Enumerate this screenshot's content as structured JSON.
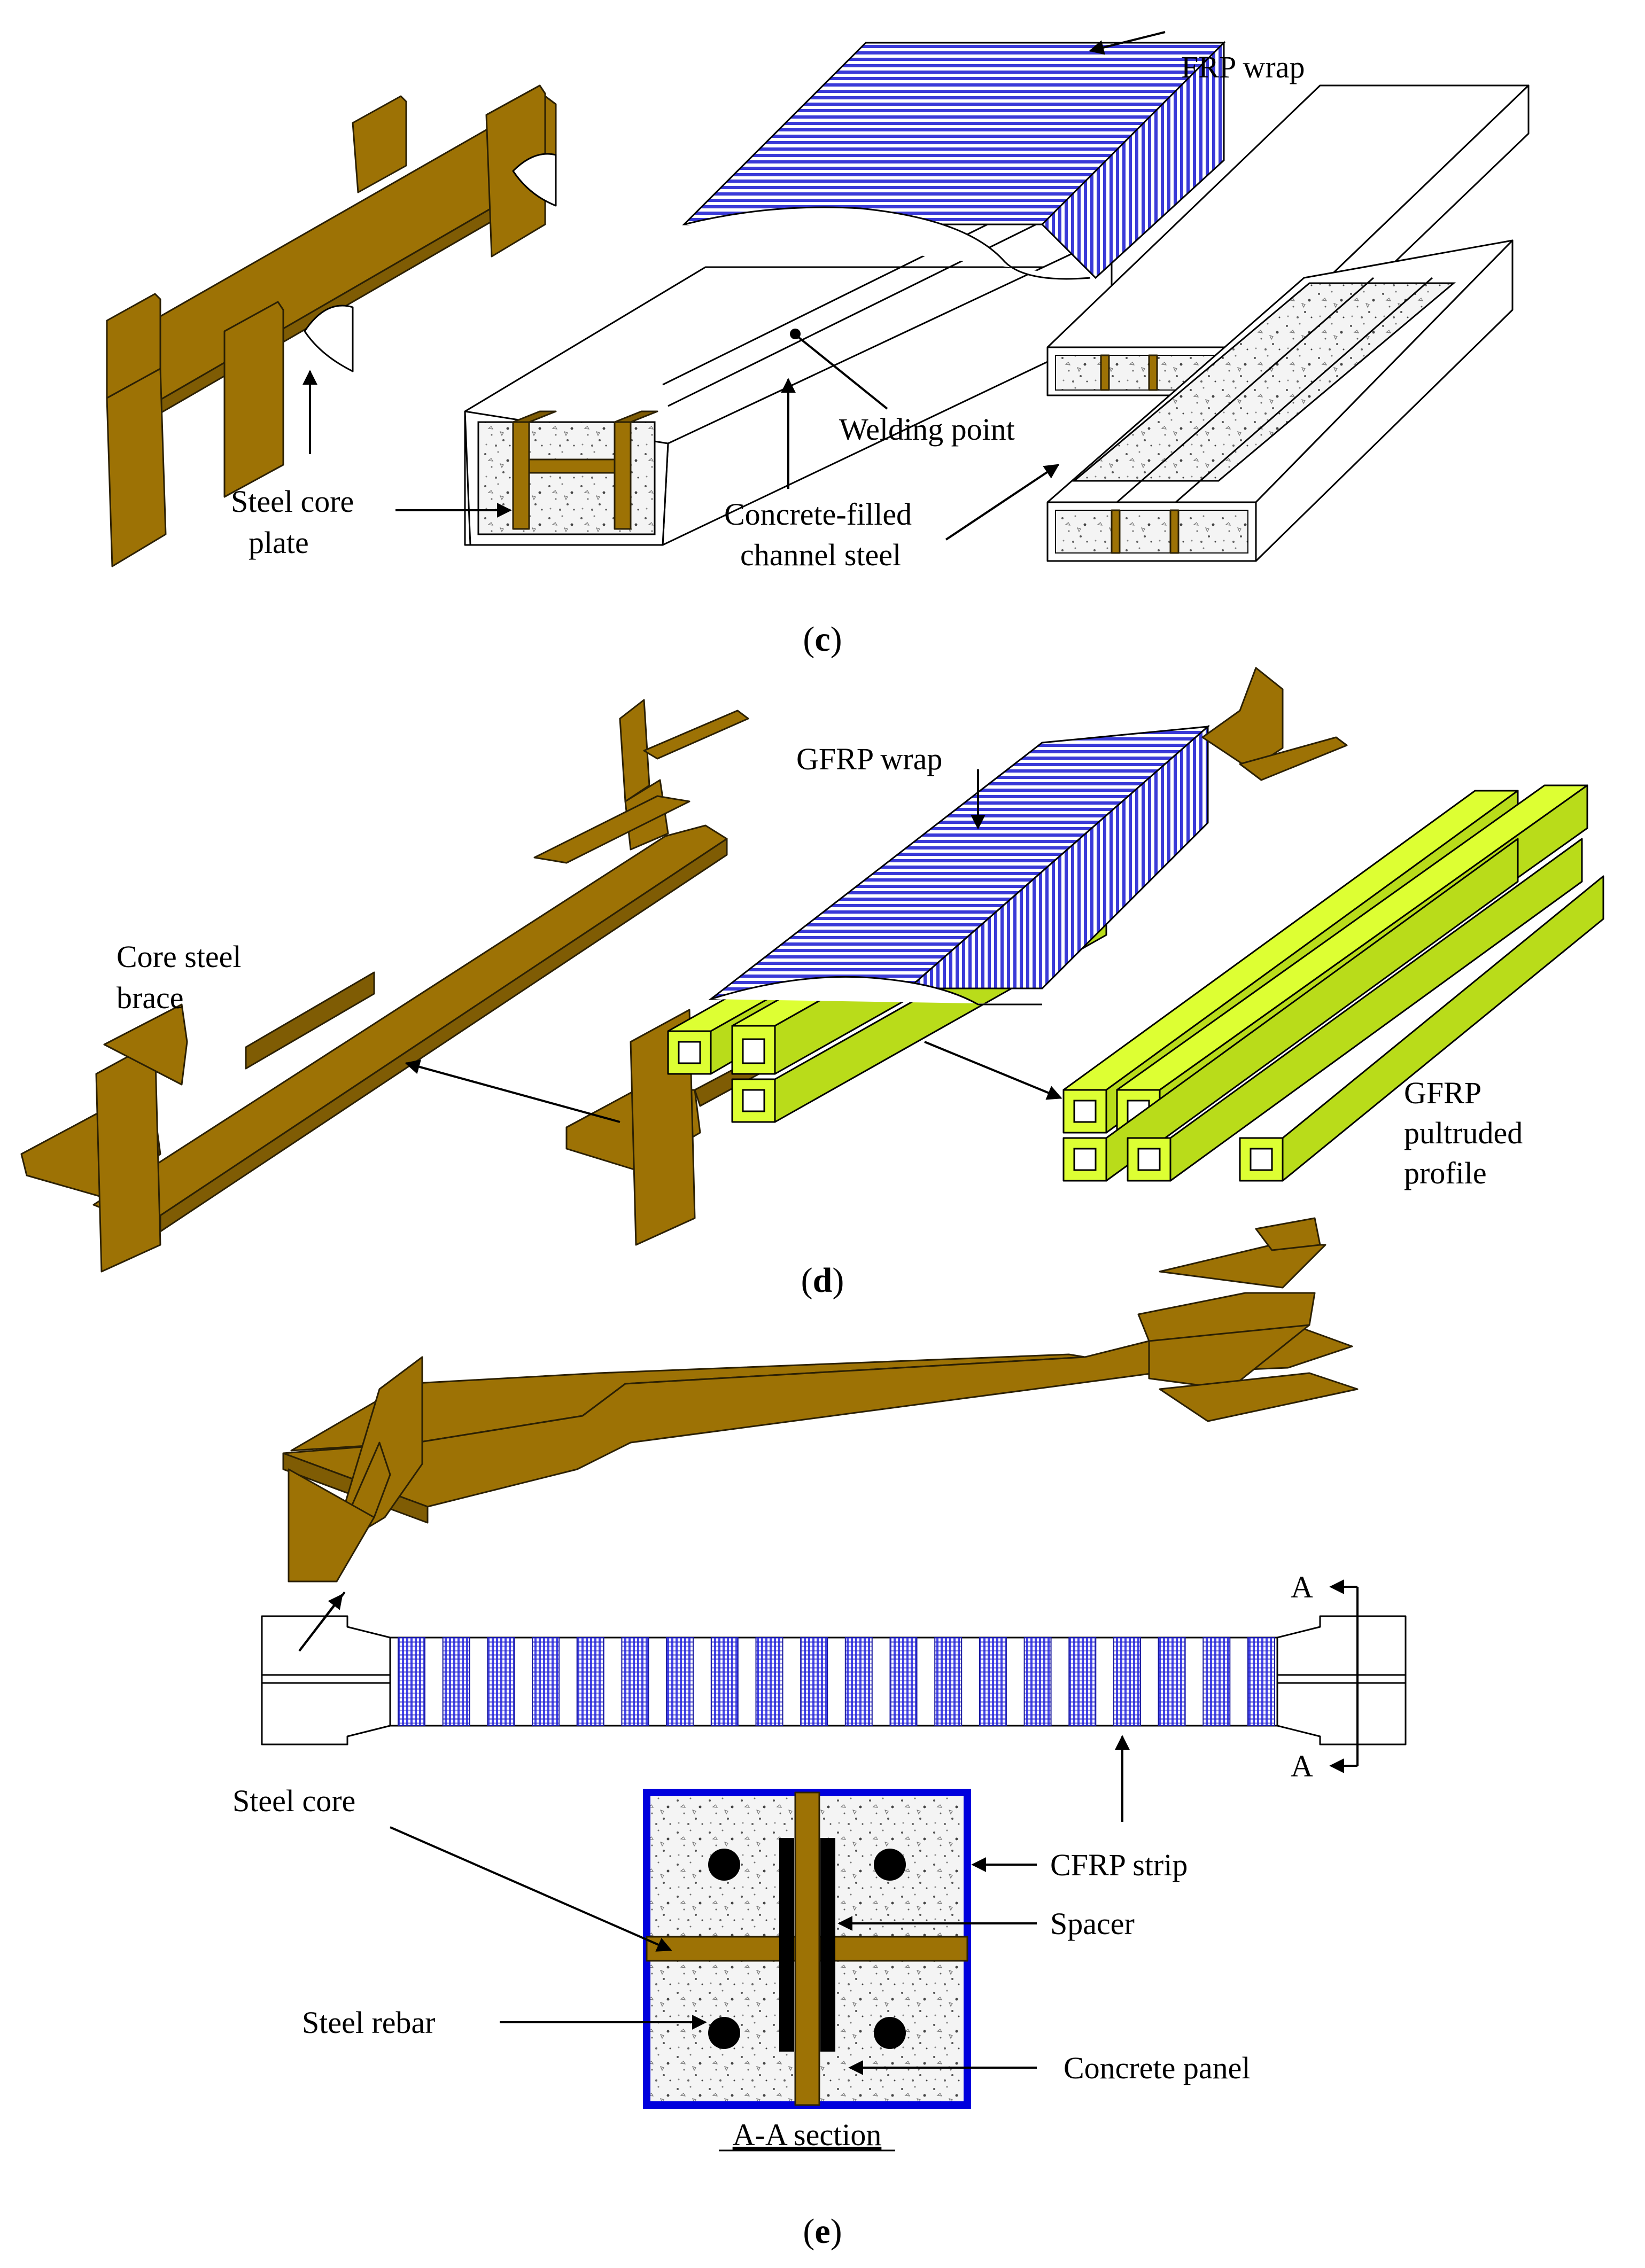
{
  "panels": {
    "c": {
      "caption_open": "(",
      "caption_letter": "c",
      "caption_close": ")",
      "labels": {
        "frp_wrap": "FRP wrap",
        "steel_core_plate_1": "Steel core",
        "steel_core_plate_2": "plate",
        "welding_point": "Welding point",
        "concrete_filled_1": "Concrete-filled",
        "concrete_filled_2": "channel steel"
      }
    },
    "d": {
      "caption_open": "(",
      "caption_letter": "d",
      "caption_close": ")",
      "labels": {
        "gfrp_wrap": "GFRP wrap",
        "core_steel_1": "Core steel",
        "core_steel_2": "brace",
        "gfrp_profile_1": "GFRP",
        "gfrp_profile_2": "pultruded",
        "gfrp_profile_3": "profile"
      }
    },
    "e": {
      "caption_open": "(",
      "caption_letter": "e",
      "caption_close": ")",
      "labels": {
        "section_mark_top": "A",
        "section_mark_bottom": "A",
        "steel_core": "Steel core",
        "cfrp_strip": "CFRP strip",
        "spacer": "Spacer",
        "steel_rebar": "Steel rebar",
        "concrete_panel": "Concrete panel",
        "aa_section": "A-A section"
      },
      "cfrp_strip_count": 20
    }
  },
  "colors": {
    "steel": "#9d7205",
    "frp_hatch": "#3a3ad8",
    "gfrp_profile": "#ddff33",
    "cfrp_border": "#0000dd",
    "concrete": "#f2f2f2"
  }
}
